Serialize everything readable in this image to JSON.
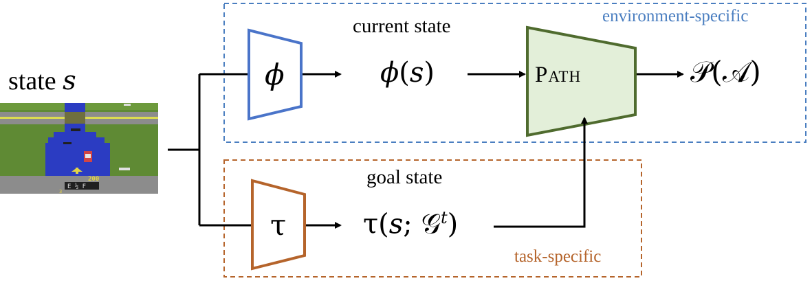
{
  "input": {
    "label_text": "state ",
    "label_var": "s",
    "game_frame": {
      "score": "200",
      "fuel_gauge": "E ½ F",
      "lives": "3"
    }
  },
  "env_region": {
    "label": "environment-specific",
    "color": "#4a7ec0"
  },
  "task_region": {
    "label": "task-specific",
    "color": "#b5642b"
  },
  "encoders": {
    "phi": {
      "symbol": "ϕ",
      "color": "#4a74c9"
    },
    "tau": {
      "symbol": "τ",
      "color": "#b5642b"
    }
  },
  "current_state": {
    "caption": "current state",
    "fn": "ϕ",
    "arg": "s"
  },
  "goal_state": {
    "caption": "goal state",
    "fn": "τ",
    "arg": "s",
    "goal": "𝒢",
    "goal_sup": "t"
  },
  "path_module": {
    "label": "Path",
    "fill": "#e3efd9",
    "stroke": "#4f6b2e"
  },
  "output": {
    "fn": "𝒫",
    "arg": "𝒜"
  }
}
